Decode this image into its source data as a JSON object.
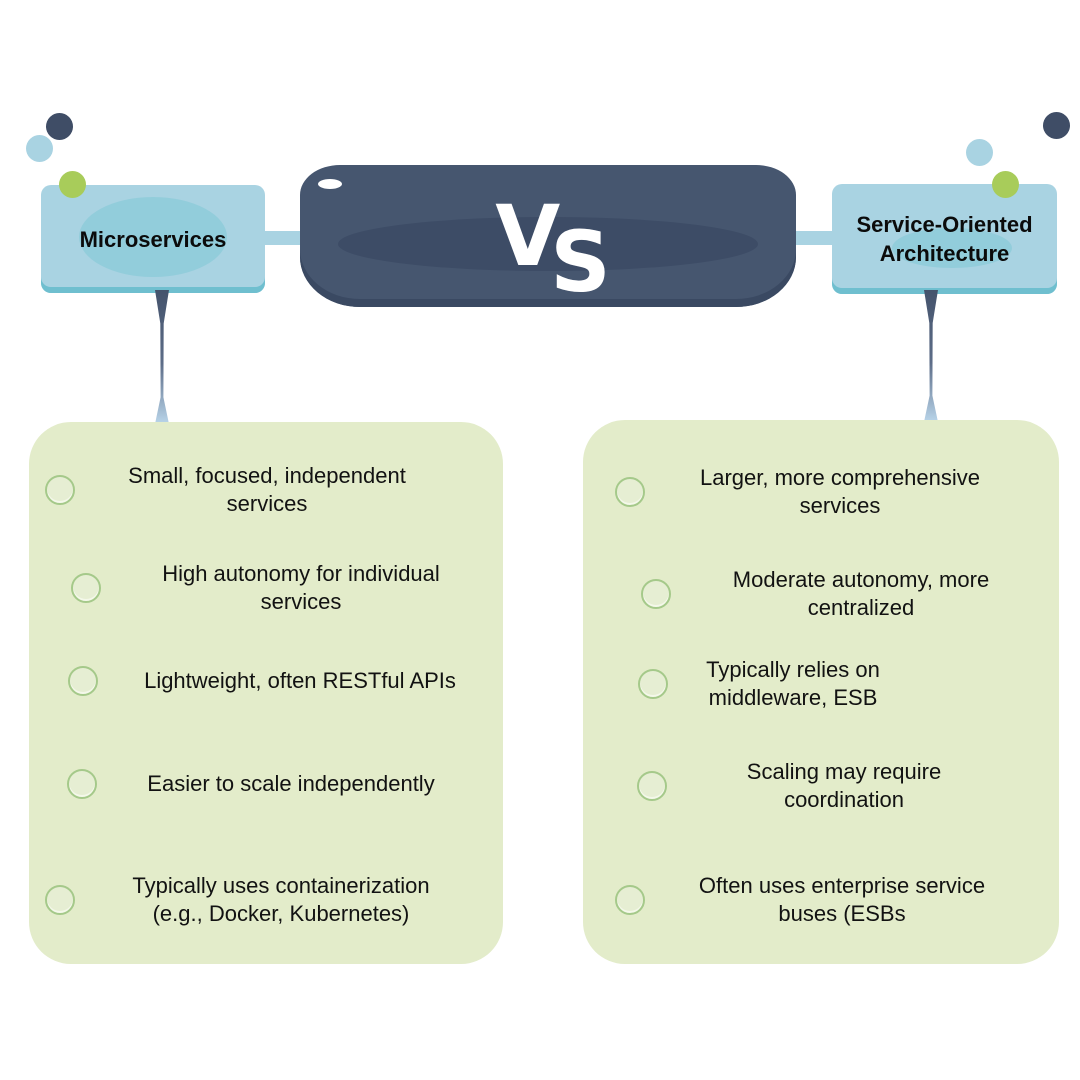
{
  "header": {
    "left_title": "Microservices",
    "vs_label_v": "V",
    "vs_label_s": "S",
    "right_title_line1": "Service-Oriented",
    "right_title_line2": "Architecture"
  },
  "colors": {
    "title_box": "#a9d3e2",
    "vs_bar": "#46566f",
    "panel": "#e3ecca",
    "bullet_ring": "#a5c98a",
    "dot_dark": "#3f4d66",
    "dot_light": "#a9d3e2",
    "dot_green": "#a8cc5a"
  },
  "microservices": {
    "items": [
      {
        "line1": "Small, focused, independent",
        "line2": "services"
      },
      {
        "line1": "High autonomy for individual",
        "line2": "services"
      },
      {
        "line1": "Lightweight, often RESTful APIs",
        "line2": ""
      },
      {
        "line1": "Easier to scale independently",
        "line2": ""
      },
      {
        "line1": "Typically uses containerization",
        "line2": "(e.g., Docker, Kubernetes)"
      }
    ]
  },
  "soa": {
    "items": [
      {
        "line1": "Larger, more comprehensive",
        "line2": "services"
      },
      {
        "line1": "Moderate autonomy, more",
        "line2": "centralized"
      },
      {
        "line1": "Typically relies on",
        "line2": "middleware, ESB"
      },
      {
        "line1": "Scaling may require",
        "line2": "coordination"
      },
      {
        "line1": "Often uses enterprise service",
        "line2": "buses (ESBs"
      }
    ]
  }
}
